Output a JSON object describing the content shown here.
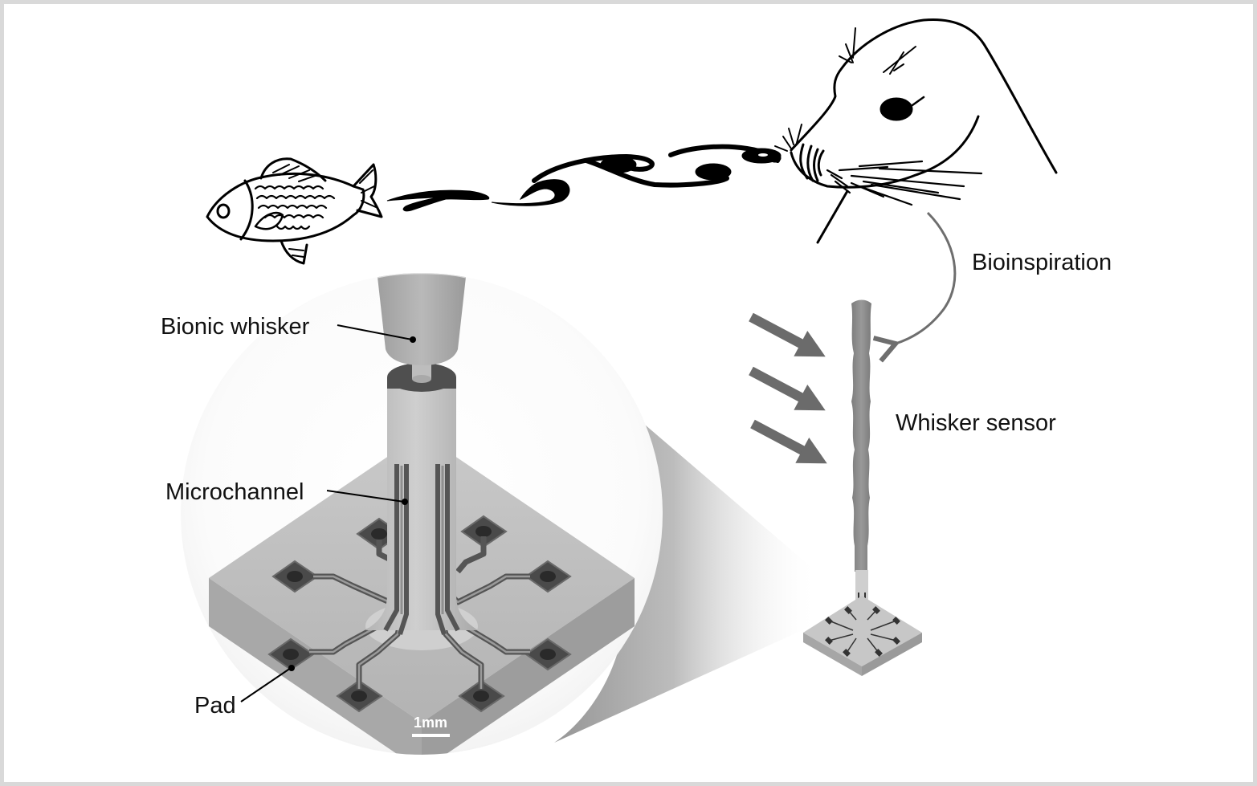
{
  "figure": {
    "labels": {
      "bioinspiration": "Bioinspiration",
      "whisker_sensor": "Whisker sensor",
      "bionic_whisker": "Bionic whisker",
      "microchannel": "Microchannel",
      "pad": "Pad"
    },
    "scale_bar": {
      "label": "1mm"
    },
    "elements": {
      "animal_prey": "fish",
      "animal_predator": "seal",
      "wake": "vortex street",
      "flow_arrows_count": 3,
      "pads_count": 8
    },
    "colors": {
      "ink": "#000000",
      "arrow_gray": "#6b6b6b",
      "curve_gray": "#6e6e6e",
      "whisker_gray": "#8c8c8c",
      "base_gray": "#bdbdbd",
      "pad_dark": "#4a4a4a",
      "border": "#d9d9d9"
    }
  }
}
